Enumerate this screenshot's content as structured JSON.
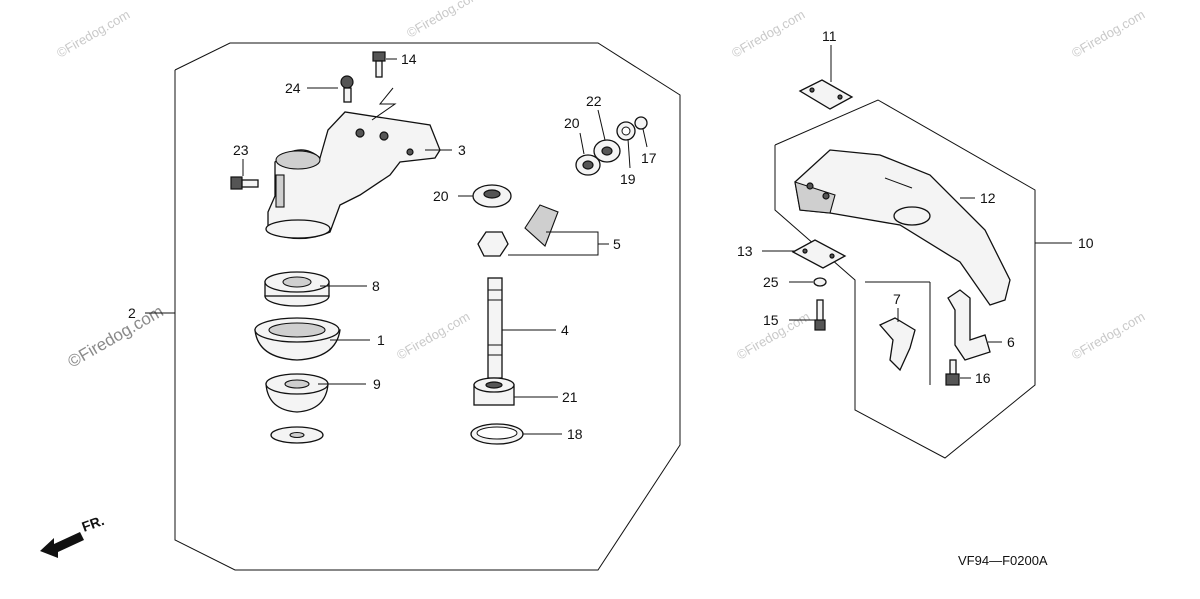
{
  "watermark": "©Firedog.com",
  "diagram_code": "VF94—F0200A",
  "front_indicator": "FR.",
  "callouts": {
    "c1": "1",
    "c2": "2",
    "c3": "3",
    "c4": "4",
    "c5": "5",
    "c6": "6",
    "c7": "7",
    "c8": "8",
    "c9": "9",
    "c10": "10",
    "c11": "11",
    "c12": "12",
    "c13": "13",
    "c14": "14",
    "c15": "15",
    "c16": "16",
    "c17": "17",
    "c18": "18",
    "c19": "19",
    "c20a": "20",
    "c20b": "20",
    "c21": "21",
    "c22": "22",
    "c23": "23",
    "c24": "24",
    "c25": "25"
  }
}
